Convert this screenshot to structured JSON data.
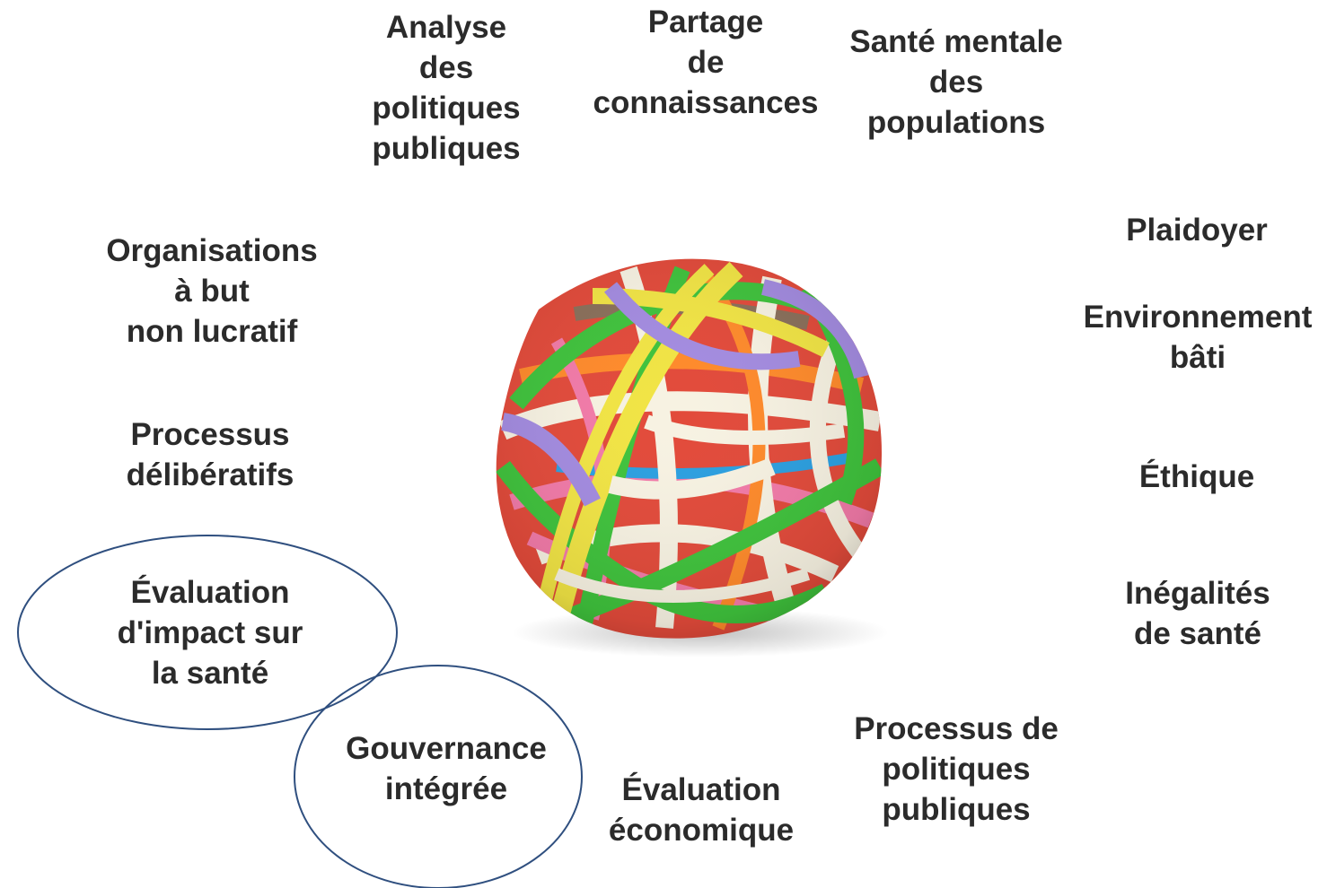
{
  "colors": {
    "text": "#2b2b2b",
    "ellipse_outline": "#2f4f7f",
    "band_colors": [
      "#3fc23c",
      "#f1e444",
      "#a38be0",
      "#f05a3c",
      "#f7f2e2",
      "#f27aa8",
      "#2b9fe0",
      "#ff8a2a",
      "#8a6f5a"
    ]
  },
  "image": {
    "subject": "rubber-band-ball"
  },
  "topics": [
    {
      "id": "analyse",
      "lines": [
        "Analyse",
        "des",
        "politiques",
        "publiques"
      ]
    },
    {
      "id": "partage",
      "lines": [
        "Partage",
        "de",
        "connaissances"
      ]
    },
    {
      "id": "sante-mentale",
      "lines": [
        "Santé mentale",
        "des",
        "populations"
      ]
    },
    {
      "id": "plaidoyer",
      "lines": [
        "Plaidoyer"
      ]
    },
    {
      "id": "environnement",
      "lines": [
        "Environnement",
        "bâti"
      ]
    },
    {
      "id": "ethique",
      "lines": [
        "Éthique"
      ]
    },
    {
      "id": "inegalites",
      "lines": [
        "Inégalités",
        "de santé"
      ]
    },
    {
      "id": "processus-politiques",
      "lines": [
        "Processus de",
        "politiques",
        "publiques"
      ]
    },
    {
      "id": "evaluation-economique",
      "lines": [
        "Évaluation",
        "économique"
      ]
    },
    {
      "id": "gouvernance",
      "lines": [
        "Gouvernance",
        "intégrée"
      ],
      "highlighted": true
    },
    {
      "id": "evaluation-impact",
      "lines": [
        "Évaluation",
        "d'impact sur",
        "la santé"
      ],
      "highlighted": true
    },
    {
      "id": "processus-deliberatifs",
      "lines": [
        "Processus",
        "délibératifs"
      ]
    },
    {
      "id": "organisations",
      "lines": [
        "Organisations",
        "à but",
        "non lucratif"
      ]
    }
  ]
}
